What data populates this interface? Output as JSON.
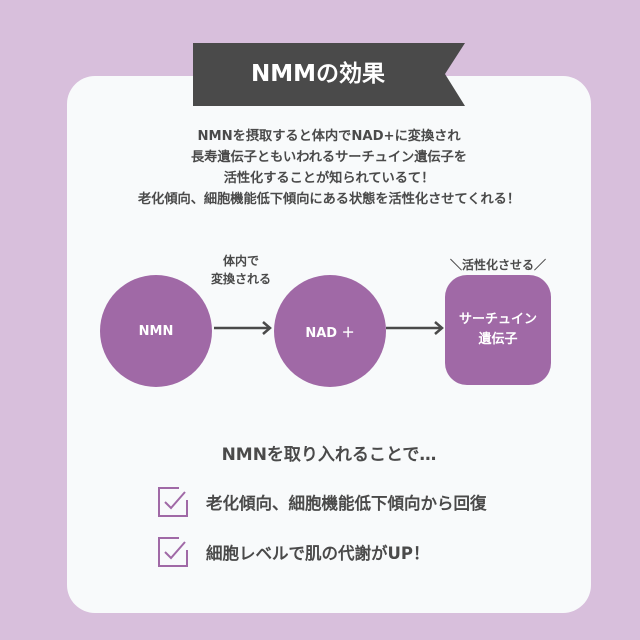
{
  "banner": {
    "title": "NMMの効果"
  },
  "intro": {
    "lines": [
      "NMNを摂取すると体内でNAD+に変換され",
      "長寿遺伝子ともいわれるサーチュイン遺伝子を",
      "活性化することが知られているて！",
      "老化傾向、細胞機能低下傾向にある状態を活性化させてくれる！"
    ]
  },
  "diagram": {
    "node1": "NMN",
    "node2": "NAD ＋",
    "node3_line1": "サーチュイン",
    "node3_line2": "遺伝子",
    "arrow1_label_line1": "体内で",
    "arrow1_label_line2": "変換される",
    "node3_label": "＼活性化させる／"
  },
  "benefits": {
    "heading": "NMNを取り入れることで…",
    "items": [
      "老化傾向、細胞機能低下傾向から回復",
      "細胞レベルで肌の代謝がUP！"
    ]
  },
  "colors": {
    "background": "#d8bfdc",
    "accent": "#a069a6",
    "banner": "#4a4a4a"
  }
}
